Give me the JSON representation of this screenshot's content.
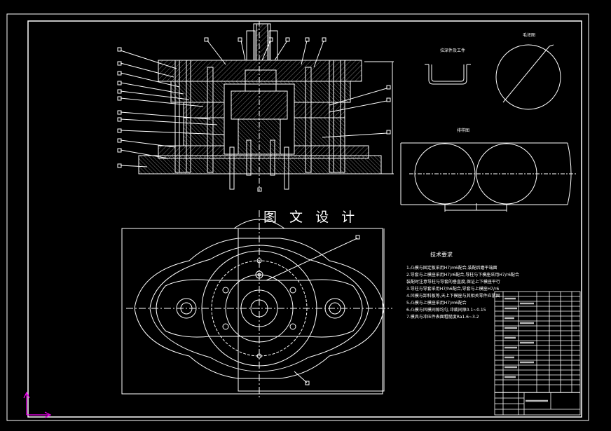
{
  "colors": {
    "background": "#000000",
    "line": "#ffffff",
    "hatch": "#9a9a9a",
    "ucs_icon": "#ff00ff"
  },
  "watermark": "图 文 设 计",
  "tech_requirements": {
    "title": "技术要求",
    "lines": [
      "1.凸模与固定板采用H7/m6配合,装配后磨平端面",
      "2.导套与上模座采用H7/r6配合,导柱与下模座采用H7/r6配合",
      "  装配时注意导柱与导套的垂直度,保证上下模座平行",
      "3.导柱与导套采用H7/h6配合,导套与上模座H7/r6",
      "4.凹模与卸料板等,天上下模座与其相关零件应紧固",
      "5.凸模与上模座采用H7/m6配合",
      "6.凸模与凹模间隙均匀,冲裁间隙0.1~0.15",
      "7.模具与冲压件表面粗糙度Ra1.6~3.2"
    ]
  },
  "views": {
    "part_drawing_label": "拉深件及工件",
    "blank_label": "毛坯图",
    "strip_label": "排样图"
  },
  "icons": [
    "ucs-icon"
  ]
}
